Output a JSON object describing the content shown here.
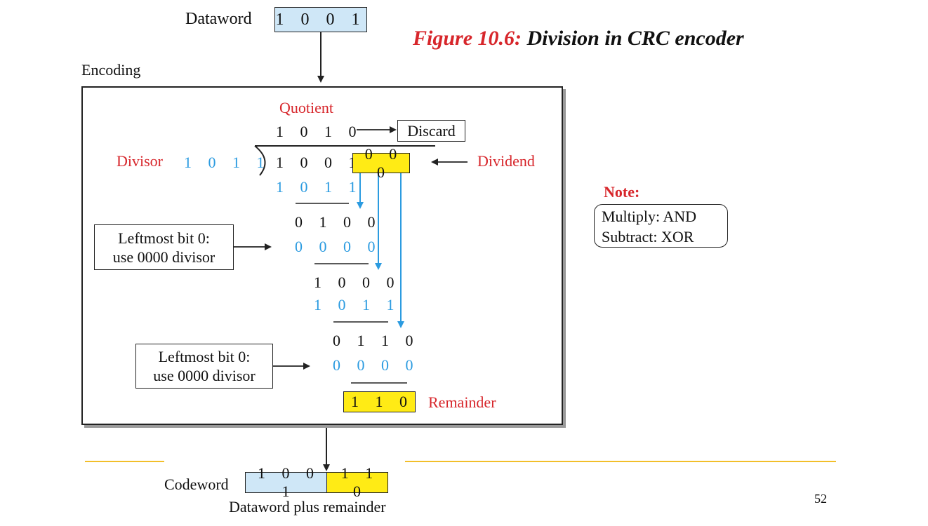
{
  "title": {
    "figure_label": "Figure 10.6:",
    "caption": "Division in CRC encoder"
  },
  "dataword": {
    "label": "Dataword",
    "bits": "1 0 0 1"
  },
  "encoding_label": "Encoding",
  "quotient": {
    "label": "Quotient",
    "bits": "1 0 1 0",
    "discard": "Discard"
  },
  "divisor": {
    "label": "Divisor",
    "bits": "1 0 1 1"
  },
  "dividend": {
    "label": "Dividend",
    "data_bits": "1 0 0 1",
    "padding_bits": "0 0 0"
  },
  "steps": [
    {
      "bits": "1 0 1 1",
      "color": "blue"
    },
    {
      "bits": "0 1 0 0",
      "color": "black"
    },
    {
      "bits": "0 0 0 0",
      "color": "blue"
    },
    {
      "bits": "1 0 0 0",
      "color": "black"
    },
    {
      "bits": "1 0 1 1",
      "color": "blue"
    },
    {
      "bits": "0 1 1 0",
      "color": "black"
    },
    {
      "bits": "0 0 0 0",
      "color": "blue"
    }
  ],
  "leftmost_note": {
    "line1": "Leftmost bit 0:",
    "line2": "use 0000 divisor"
  },
  "remainder": {
    "bits": "1 1 0",
    "label": "Remainder"
  },
  "note": {
    "title": "Note:",
    "line1": "Multiply: AND",
    "line2": "Subtract: XOR"
  },
  "codeword": {
    "label": "Codeword",
    "data_bits": "1 0 0 1",
    "remainder_bits": "1 1 0",
    "caption": "Dataword plus remainder"
  },
  "page_number": "52",
  "colors": {
    "red": "#d7262b",
    "blue": "#2b9be0",
    "yellow": "#ffeb15",
    "light_blue": "#cfe7f7",
    "orange_rule": "#f2bf2a"
  }
}
